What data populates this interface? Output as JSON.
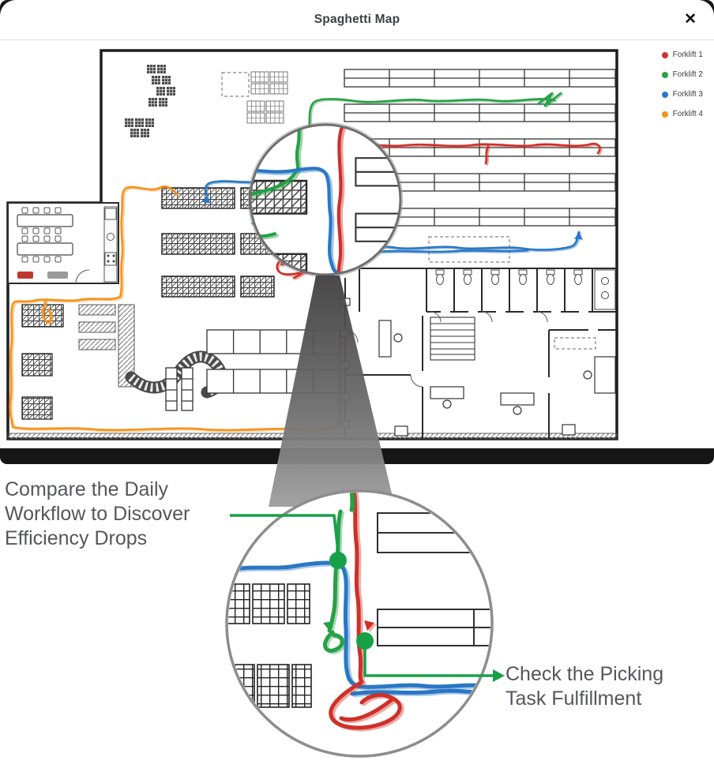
{
  "window": {
    "title": "Spaghetti Map",
    "close_label": "✕"
  },
  "legend": [
    {
      "label": "Forklift 1",
      "color": "#d0342c"
    },
    {
      "label": "Forklift 2",
      "color": "#2f9e44"
    },
    {
      "label": "Forklift 3",
      "color": "#2b77c5"
    },
    {
      "label": "Forklift 4",
      "color": "#f6921e"
    }
  ],
  "annotations": {
    "workflow_note": "Compare the Daily\nWorkflow to Discover\nEfficiency Drops",
    "picking_note": "Check the Picking\nTask Fulfillment",
    "callout_color": "#18a048"
  }
}
